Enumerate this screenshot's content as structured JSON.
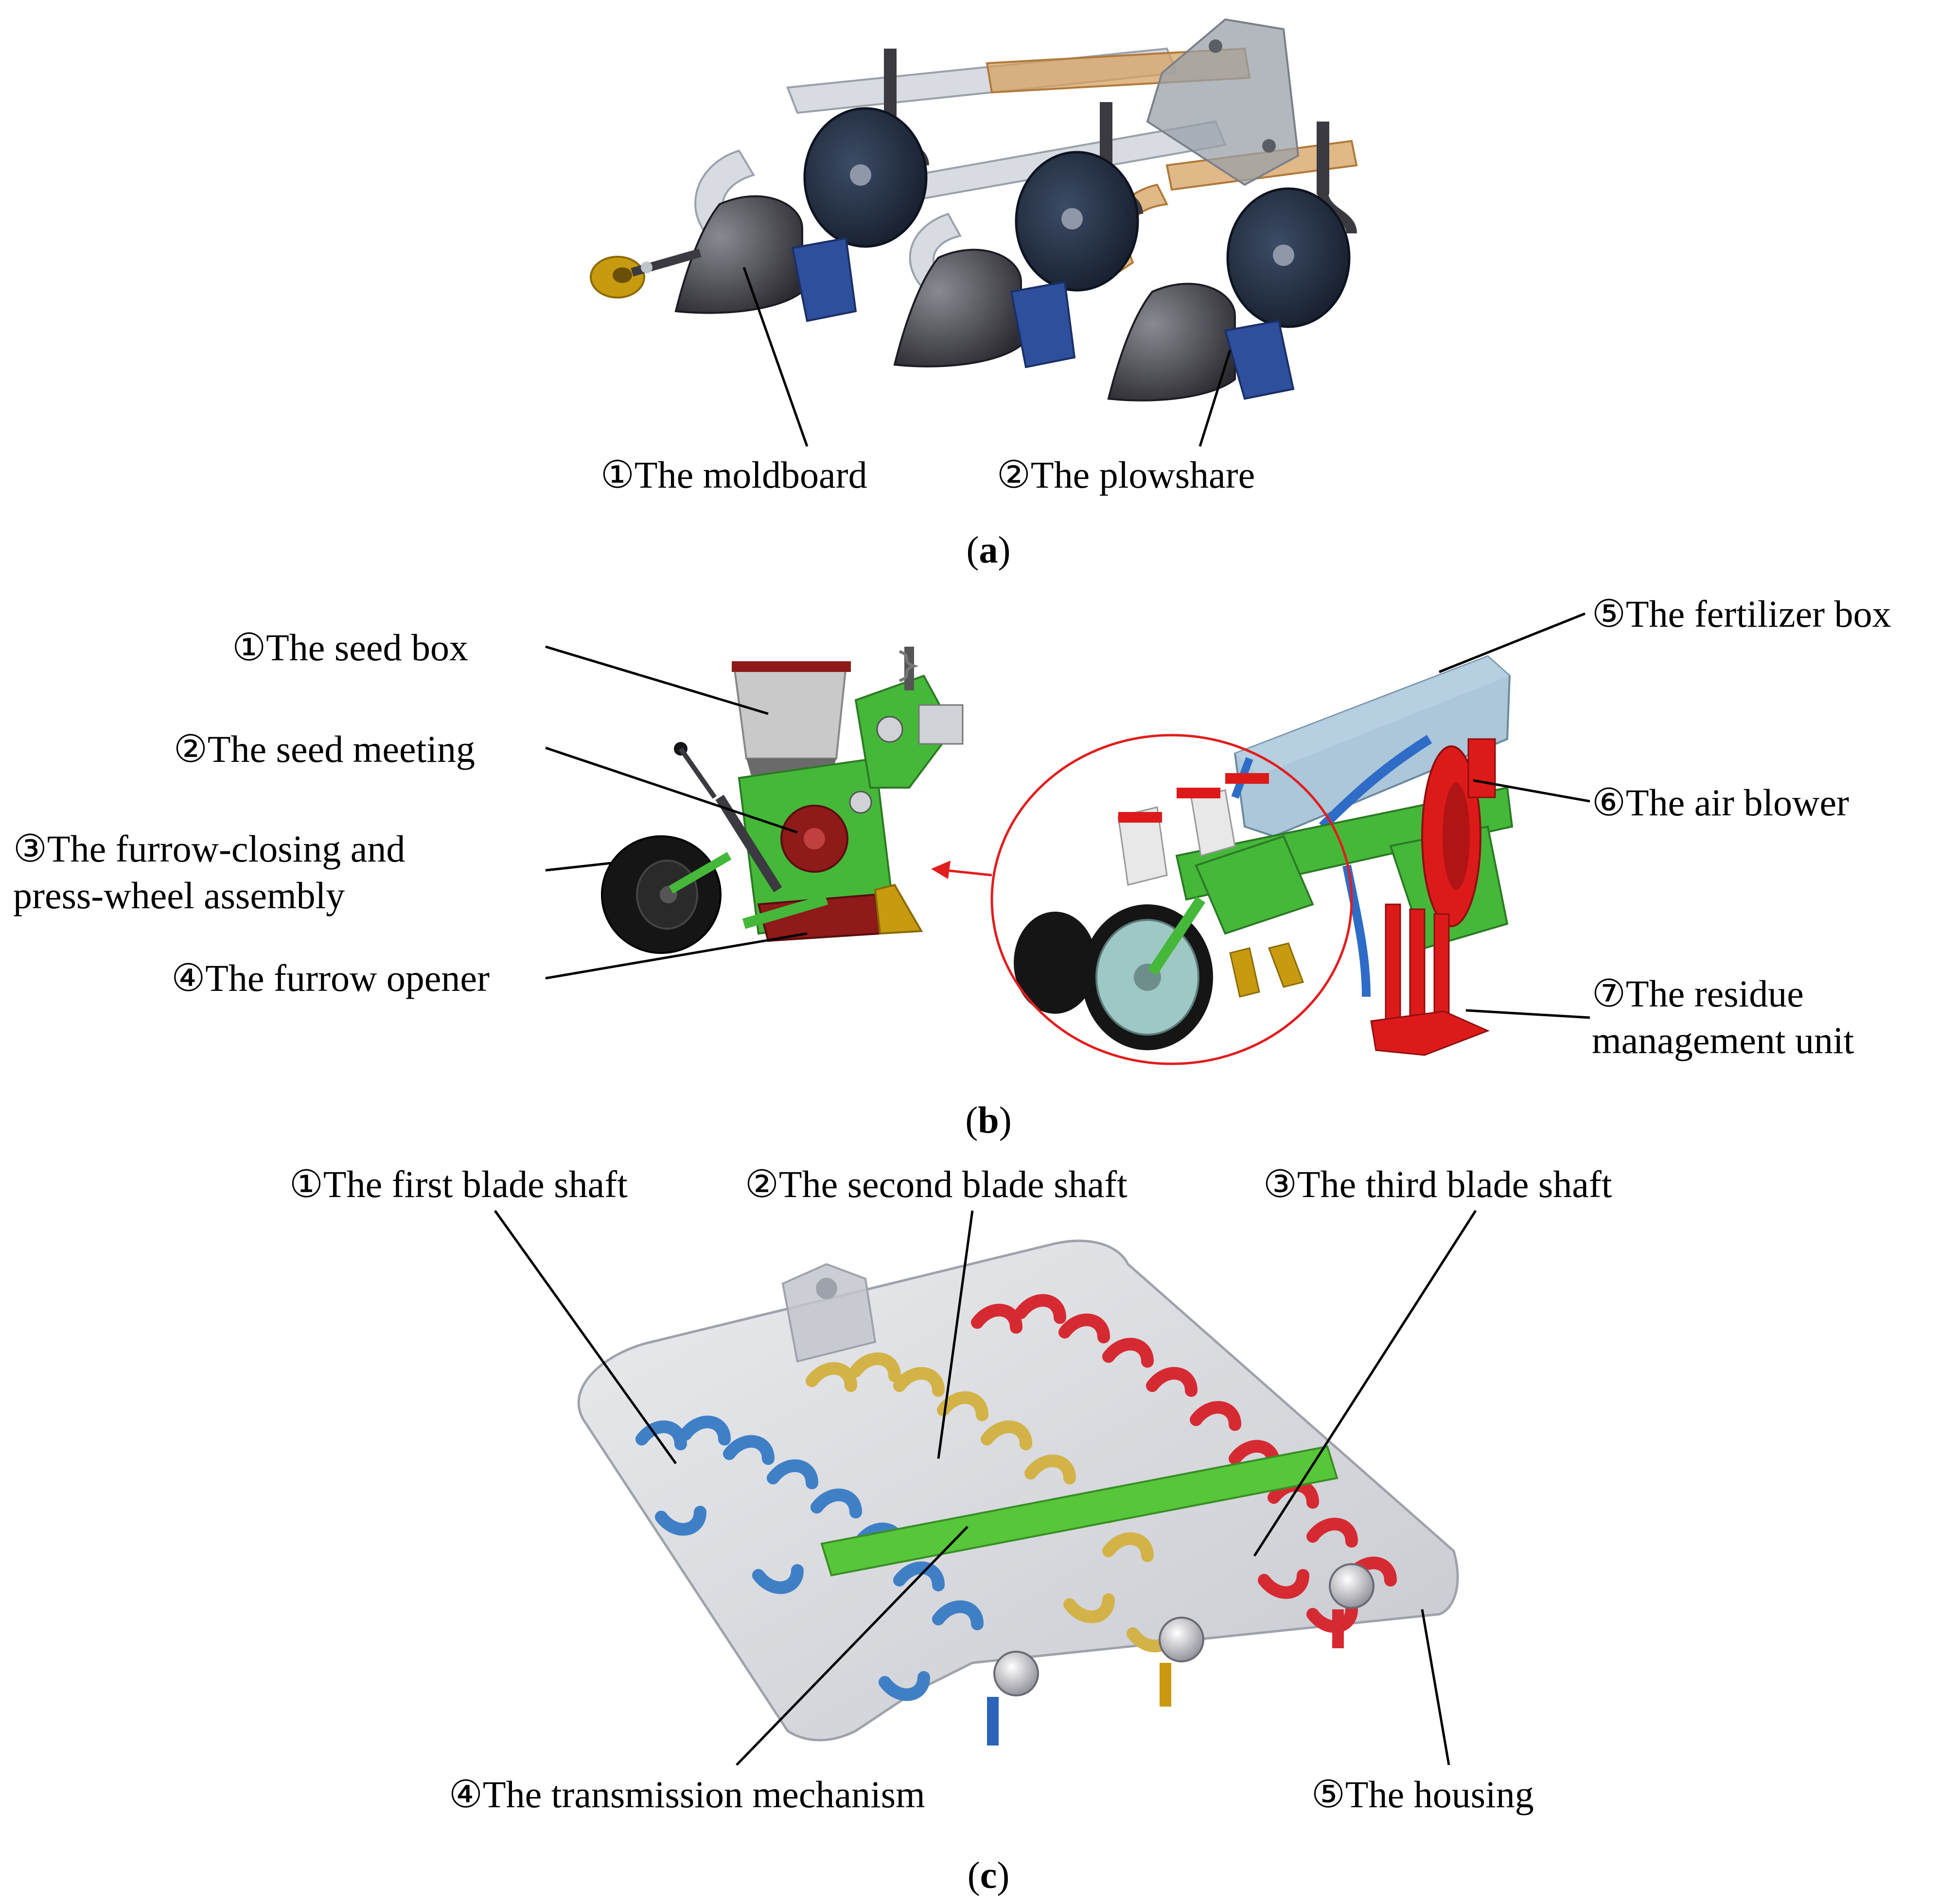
{
  "colors": {
    "frame_gray": "#c7ccd4",
    "frame_orange": "#d7a060",
    "moldboard": "#3c3c44",
    "disc": "#243246",
    "plowshare_blue": "#2e4f9c",
    "gauge_gold": "#c79a10",
    "machine_green": "#45b83a",
    "hopper_gray": "#c9c9c9",
    "meter_red": "#8e1a1a",
    "tire_black": "#151515",
    "fert_box": "#8fb4cc",
    "hose_blue": "#2e6cc7",
    "residue_red": "#dd1a1a",
    "highlight_red": "#e11d1d",
    "blade_blue": "#3f7fc6",
    "blade_yellow": "#d3b247",
    "blade_red": "#d62a32",
    "shaft_green": "#58c63a",
    "housing": "#c8cad0"
  },
  "panel_a": {
    "caption": {
      "open": "(",
      "letter": "a",
      "close": ")"
    },
    "labels": [
      {
        "text": "①The moldboard"
      },
      {
        "text": "②The plowshare"
      }
    ]
  },
  "panel_b": {
    "caption": {
      "open": "(",
      "letter": "b",
      "close": ")"
    },
    "labels": [
      {
        "text": "①The seed box"
      },
      {
        "text": "②The seed meeting"
      },
      {
        "text": "③The furrow-closing and"
      },
      {
        "text": "press-wheel assembly"
      },
      {
        "text": "④The furrow opener"
      },
      {
        "text": "⑤The fertilizer box"
      },
      {
        "text": "⑥The air blower"
      },
      {
        "text": "⑦The residue"
      },
      {
        "text": "management unit"
      }
    ]
  },
  "panel_c": {
    "caption": {
      "open": "(",
      "letter": "c",
      "close": ")"
    },
    "labels": [
      {
        "text": "①The first blade shaft"
      },
      {
        "text": "②The second blade shaft"
      },
      {
        "text": "③The third blade shaft"
      },
      {
        "text": "④The transmission mechanism"
      },
      {
        "text": "⑤The housing"
      }
    ]
  }
}
